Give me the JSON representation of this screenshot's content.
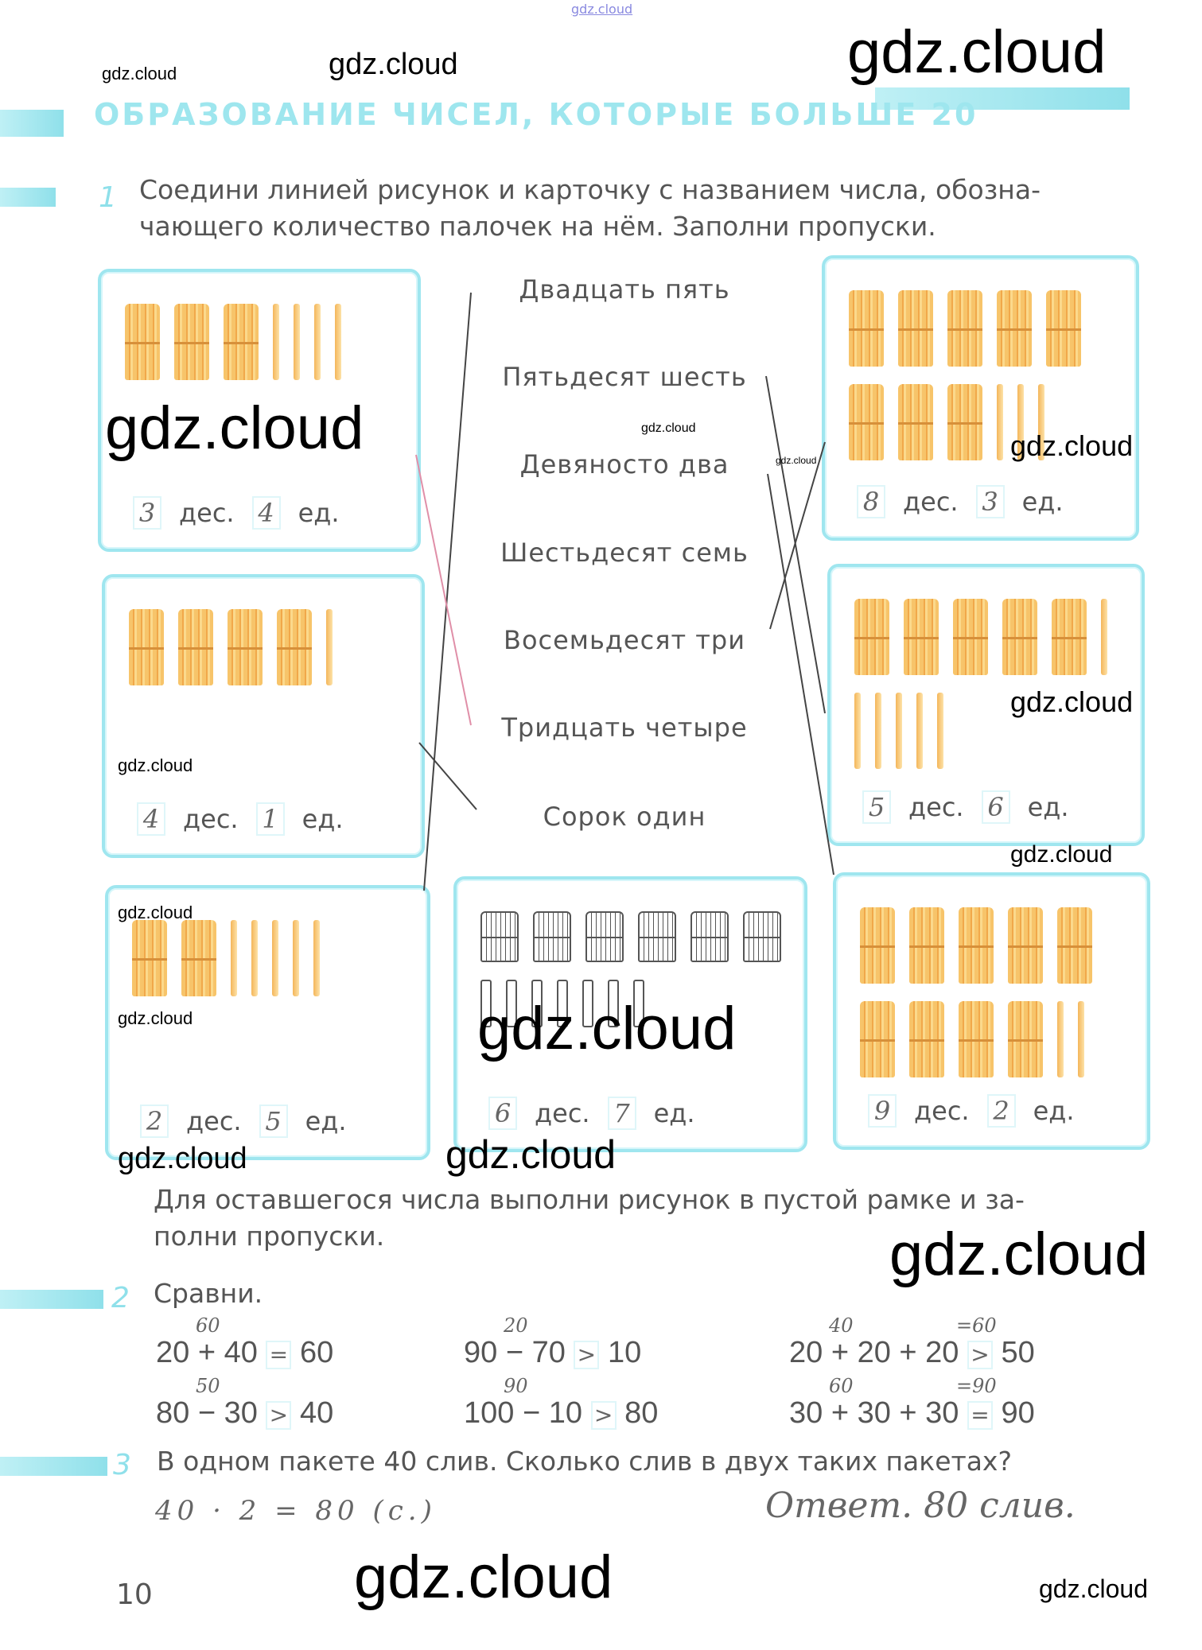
{
  "header": {
    "top_mark": "gdz.cloud",
    "title": "ОБРАЗОВАНИЕ ЧИСЕЛ, КОТОРЫЕ БОЛЬШЕ 20"
  },
  "task1": {
    "number": "1",
    "text_line1": "Соедини линией рисунок и карточку с названием числа, обозна-",
    "text_line2": "чающего количество палочек на нём. Заполни пропуски.",
    "names": [
      "Двадцать пять",
      "Пятьдесят шесть",
      "Девяносто два",
      "Шестьдесят семь",
      "Восемьдесят три",
      "Тридцать четыре",
      "Сорок один"
    ],
    "tens_label": "дес.",
    "units_label": "ед.",
    "boxes": [
      {
        "bundles": 3,
        "singles": 4,
        "tens": "3",
        "units": "4"
      },
      {
        "bundles": 4,
        "singles": 1,
        "tens": "4",
        "units": "1"
      },
      {
        "bundles": 2,
        "singles": 5,
        "tens": "2",
        "units": "5"
      },
      {
        "bundles": 6,
        "singles": 7,
        "tens": "6",
        "units": "7"
      },
      {
        "bundles": 8,
        "singles": 3,
        "tens": "8",
        "units": "3"
      },
      {
        "bundles": 5,
        "singles": 6,
        "tens": "5",
        "units": "6"
      },
      {
        "bundles": 9,
        "singles": 2,
        "tens": "9",
        "units": "2"
      }
    ],
    "footer_line1": "Для оставшегося числа выполни рисунок в пустой рамке и за-",
    "footer_line2": "полни пропуски."
  },
  "task2": {
    "number": "2",
    "title": "Сравни.",
    "items": [
      {
        "expr": "20 + 40",
        "sign": "=",
        "value": "60",
        "note": "60"
      },
      {
        "expr": "80 − 30",
        "sign": ">",
        "value": "40",
        "note": "50"
      },
      {
        "expr": "90 − 70",
        "sign": ">",
        "value": "10",
        "note": "20"
      },
      {
        "expr": "100 − 10",
        "sign": ">",
        "value": "80",
        "note": "90"
      },
      {
        "expr": "20 + 20 + 20",
        "sign": ">",
        "value": "50",
        "note": "40",
        "note2": "=60"
      },
      {
        "expr": "30 + 30 + 30",
        "sign": "=",
        "value": "90",
        "note": "60",
        "note2": "=90"
      }
    ]
  },
  "task3": {
    "number": "3",
    "text": "В одном пакете 40 слив. Сколько слив в двух таких пакетах?",
    "solution": "40 · 2 = 80 (с.)",
    "answer": "Ответ. 80 слив."
  },
  "page_number": "10",
  "watermarks": [
    "gdz.cloud",
    "gdz.cloud",
    "gdz.cloud",
    "gdz.cloud",
    "gdz.cloud",
    "gdz.cloud",
    "gdz.cloud",
    "gdz.cloud",
    "gdz.cloud",
    "gdz.cloud",
    "gdz.cloud",
    "gdz.cloud",
    "gdz.cloud",
    "gdz.cloud",
    "gdz.cloud",
    "gdz.cloud"
  ],
  "colors": {
    "accent": "#9fe6ef",
    "sticks": "#f4b65a",
    "text": "#555555"
  }
}
